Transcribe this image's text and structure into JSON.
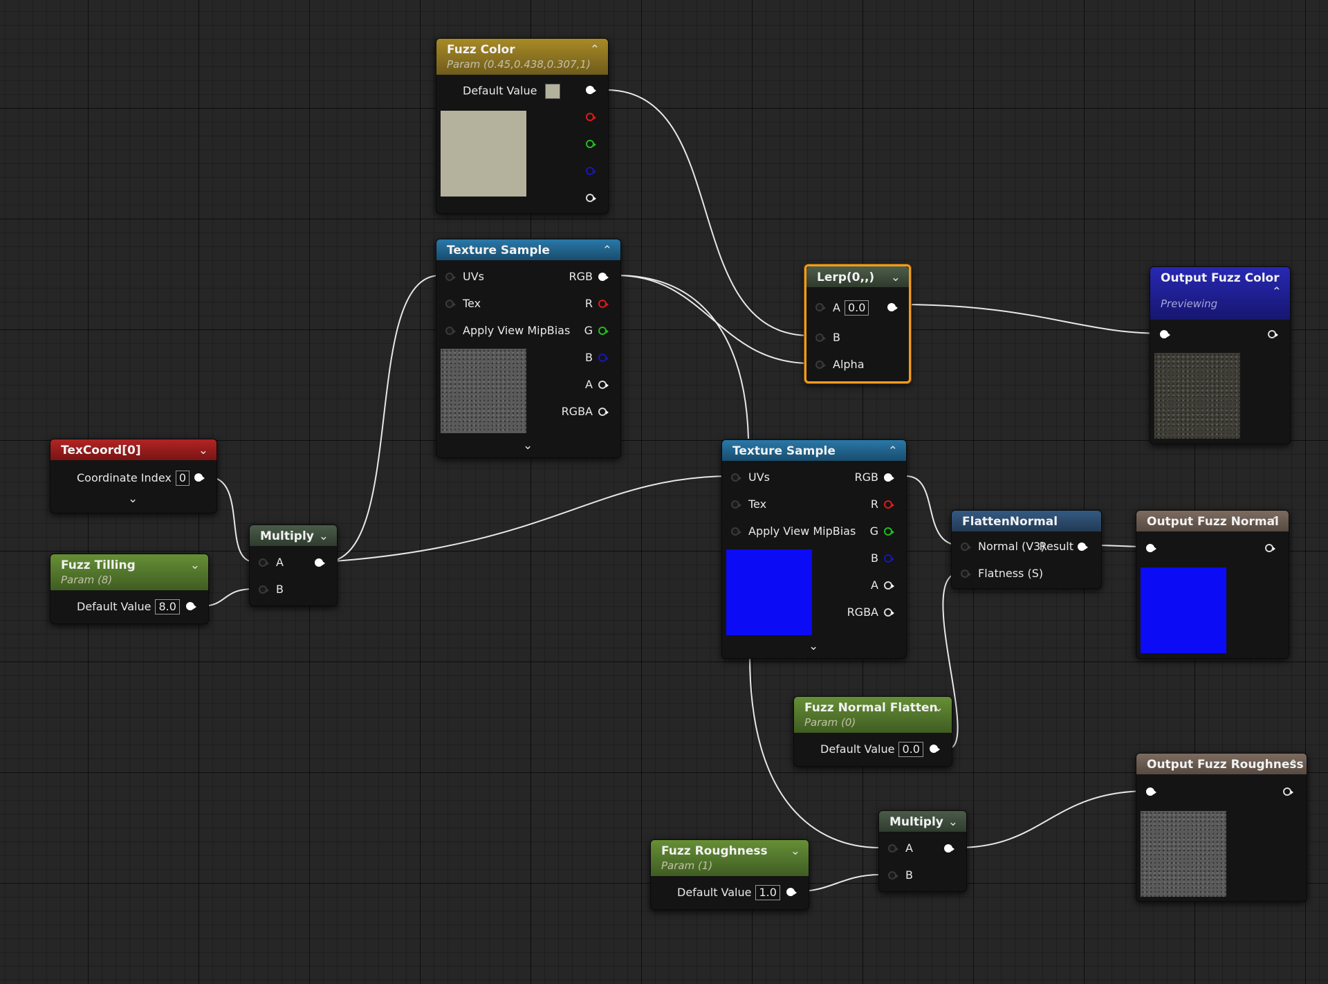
{
  "colors": {
    "param_color_header": "#9a8024",
    "texture_header": "#1d5f88",
    "texcoord_header": "#9b1c1c",
    "scalar_param_header": "#557a2e",
    "math_header": "#3a4b3a",
    "lerp_header": "#3d4a3b",
    "output_color_header": "#2222aa",
    "output_normal_header": "#6e5e54",
    "fuzz_color_swatch": "#b4b29d",
    "normal_preview": "#0b0bf5",
    "selection": "#f29b1d"
  },
  "nodes": {
    "fuzz_color": {
      "title": "Fuzz Color",
      "subtitle": "Param (0.45,0.438,0.307,1)",
      "default_label": "Default Value"
    },
    "texture_sample_1": {
      "title": "Texture Sample",
      "inputs": [
        "UVs",
        "Tex",
        "Apply View MipBias"
      ],
      "outputs": [
        "RGB",
        "R",
        "G",
        "B",
        "A",
        "RGBA"
      ]
    },
    "texture_sample_2": {
      "title": "Texture Sample",
      "inputs": [
        "UVs",
        "Tex",
        "Apply View MipBias"
      ],
      "outputs": [
        "RGB",
        "R",
        "G",
        "B",
        "A",
        "RGBA"
      ]
    },
    "texcoord": {
      "title": "TexCoord[0]",
      "coord_label": "Coordinate Index",
      "coord_value": "0"
    },
    "fuzz_tilling": {
      "title": "Fuzz Tilling",
      "subtitle": "Param (8)",
      "default_label": "Default Value",
      "default_value": "8.0"
    },
    "multiply_1": {
      "title": "Multiply",
      "inputs": [
        "A",
        "B"
      ]
    },
    "lerp": {
      "title": "Lerp(0,,)",
      "a_label": "A",
      "a_value": "0.0",
      "b_label": "B",
      "alpha_label": "Alpha"
    },
    "output_fuzz_color": {
      "title": "Output Fuzz Color",
      "subtitle": "Previewing"
    },
    "flatten_normal": {
      "title": "FlattenNormal",
      "in1": "Normal (V3)",
      "out1": "Result",
      "in2": "Flatness (S)"
    },
    "output_fuzz_normal": {
      "title": "Output Fuzz Normal"
    },
    "fuzz_normal_flatten": {
      "title": "Fuzz Normal Flatten",
      "subtitle": "Param (0)",
      "default_label": "Default Value",
      "default_value": "0.0"
    },
    "output_fuzz_roughness": {
      "title": "Output Fuzz Roughness"
    },
    "multiply_2": {
      "title": "Multiply",
      "inputs": [
        "A",
        "B"
      ]
    },
    "fuzz_roughness": {
      "title": "Fuzz Roughness",
      "subtitle": "Param (1)",
      "default_label": "Default Value",
      "default_value": "1.0"
    }
  }
}
